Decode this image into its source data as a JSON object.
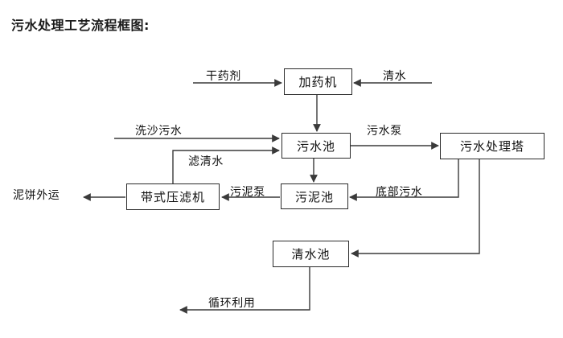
{
  "title": "污水处理工艺流程框图:",
  "diagram": {
    "nodes": [
      {
        "id": "dosing-machine",
        "label": "加药机"
      },
      {
        "id": "sewage-pool",
        "label": "污水池"
      },
      {
        "id": "treatment-tower",
        "label": "污水处理塔"
      },
      {
        "id": "belt-filter-press",
        "label": "带式压滤机"
      },
      {
        "id": "sludge-pool",
        "label": "污泥池"
      },
      {
        "id": "clean-water-pool",
        "label": "清水池"
      }
    ],
    "edge_labels": [
      {
        "id": "dry-chemical",
        "label": "干药剂"
      },
      {
        "id": "clean-water-in",
        "label": "清水"
      },
      {
        "id": "sand-wash-sewage",
        "label": "洗沙污水"
      },
      {
        "id": "filtered-water",
        "label": "滤清水"
      },
      {
        "id": "sewage-pump",
        "label": "污水泵"
      },
      {
        "id": "mud-cake-transport",
        "label": "泥饼外运"
      },
      {
        "id": "sludge-pump",
        "label": "污泥泵"
      },
      {
        "id": "bottom-sewage",
        "label": "底部污水"
      },
      {
        "id": "recycle-reuse",
        "label": "循环利用"
      }
    ],
    "colors": {
      "line": "#3a3a3a",
      "box_border": "#2b2b2b",
      "text": "#111111",
      "background": "#ffffff"
    }
  }
}
